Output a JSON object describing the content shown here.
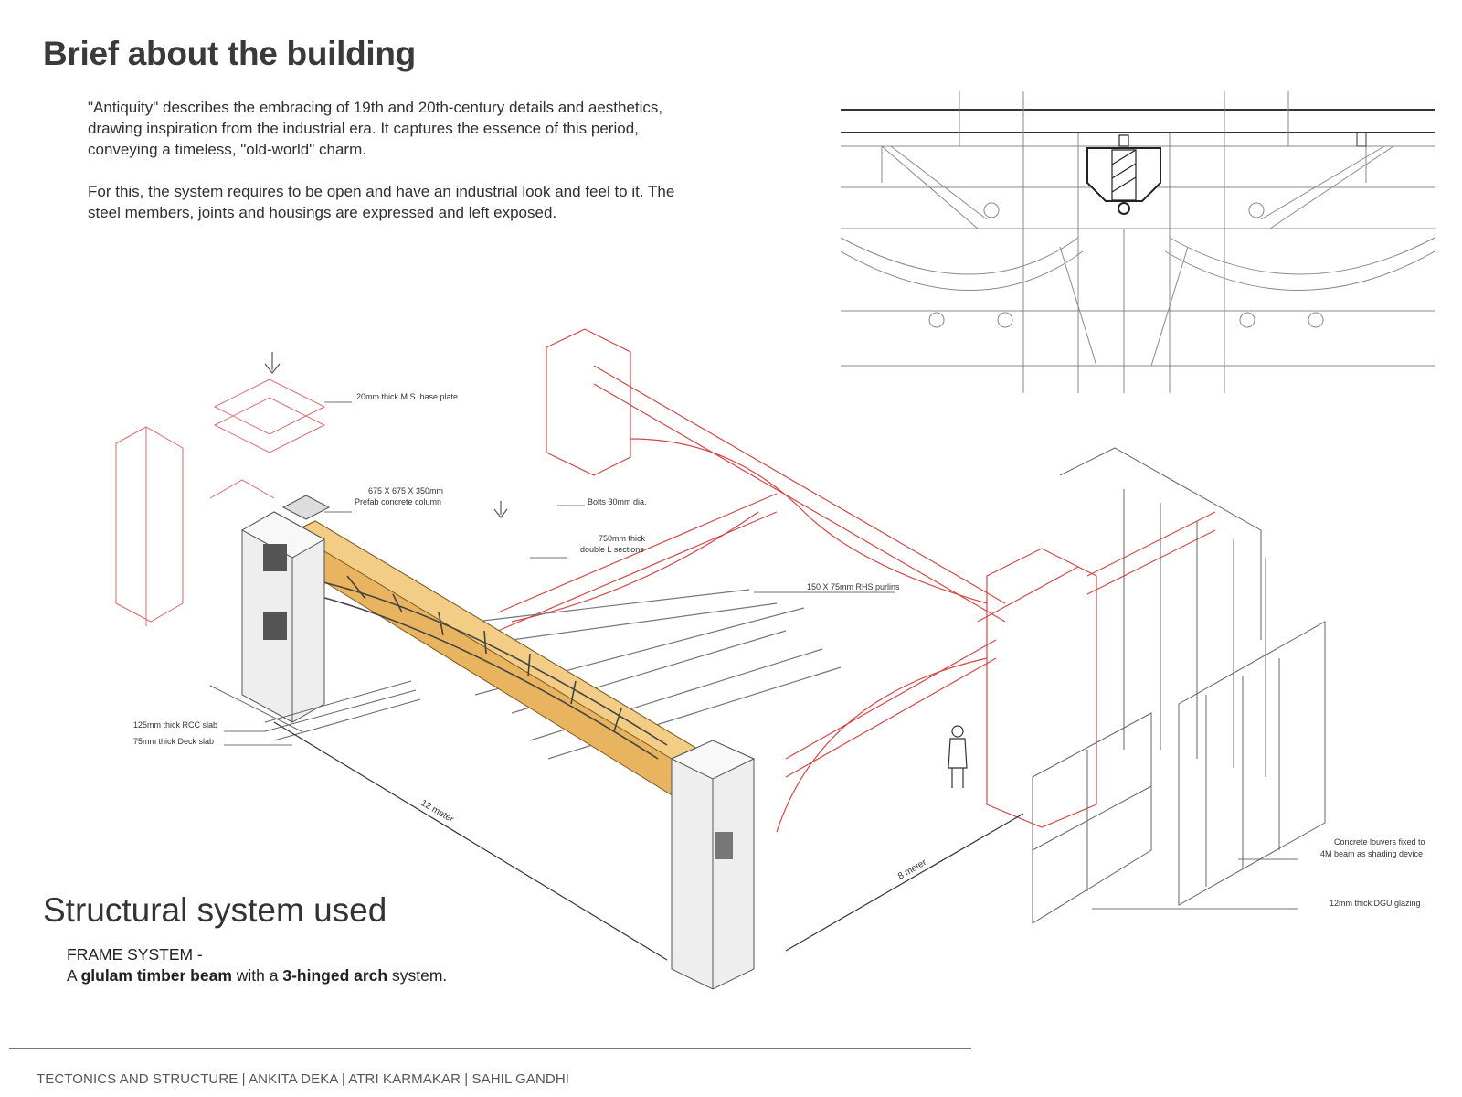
{
  "heading": "Brief about the building",
  "intro": {
    "p1": "\"Antiquity\" describes the embracing of 19th and 20th-century details and aesthetics, drawing inspiration from the industrial era. It captures the essence of this period, conveying a timeless, \"old-world\" charm.",
    "p2": "For this, the system requires to be open and have an industrial look and feel to it. The steel members, joints and housings are expressed and left exposed."
  },
  "labels": {
    "base_plate": "20mm thick M.S. base plate",
    "column_1": "675 X 675 X 350mm",
    "column_2": "Prefab concrete column",
    "bolts": "Bolts 30mm dia.",
    "l_sections_1": "750mm thick",
    "l_sections_2": "double L sections",
    "purlins": "150 X 75mm RHS purlins",
    "rcc_slab": "125mm thick RCC slab",
    "deck_slab": "75mm thick Deck slab",
    "span_12": "12 meter",
    "span_8": "8 meter",
    "louvers_1": "Concrete louvers fixed to",
    "louvers_2": "4M beam as shading device",
    "glazing": "12mm thick DGU glazing"
  },
  "structural": {
    "title": "Structural system used",
    "frame_label": "FRAME SYSTEM -",
    "line_prefix": "A ",
    "bold_1": "glulam timber beam",
    "line_mid": " with a ",
    "bold_2": "3-hinged arch",
    "line_suffix": " system."
  },
  "footer": "TECTONICS AND STRUCTURE | ANKITA DEKA | ATRI KARMAKAR | SAHIL GANDHI",
  "colors": {
    "accent_red": "#d04848",
    "timber": "#e9b460",
    "line_grey": "#8a8a8a"
  }
}
